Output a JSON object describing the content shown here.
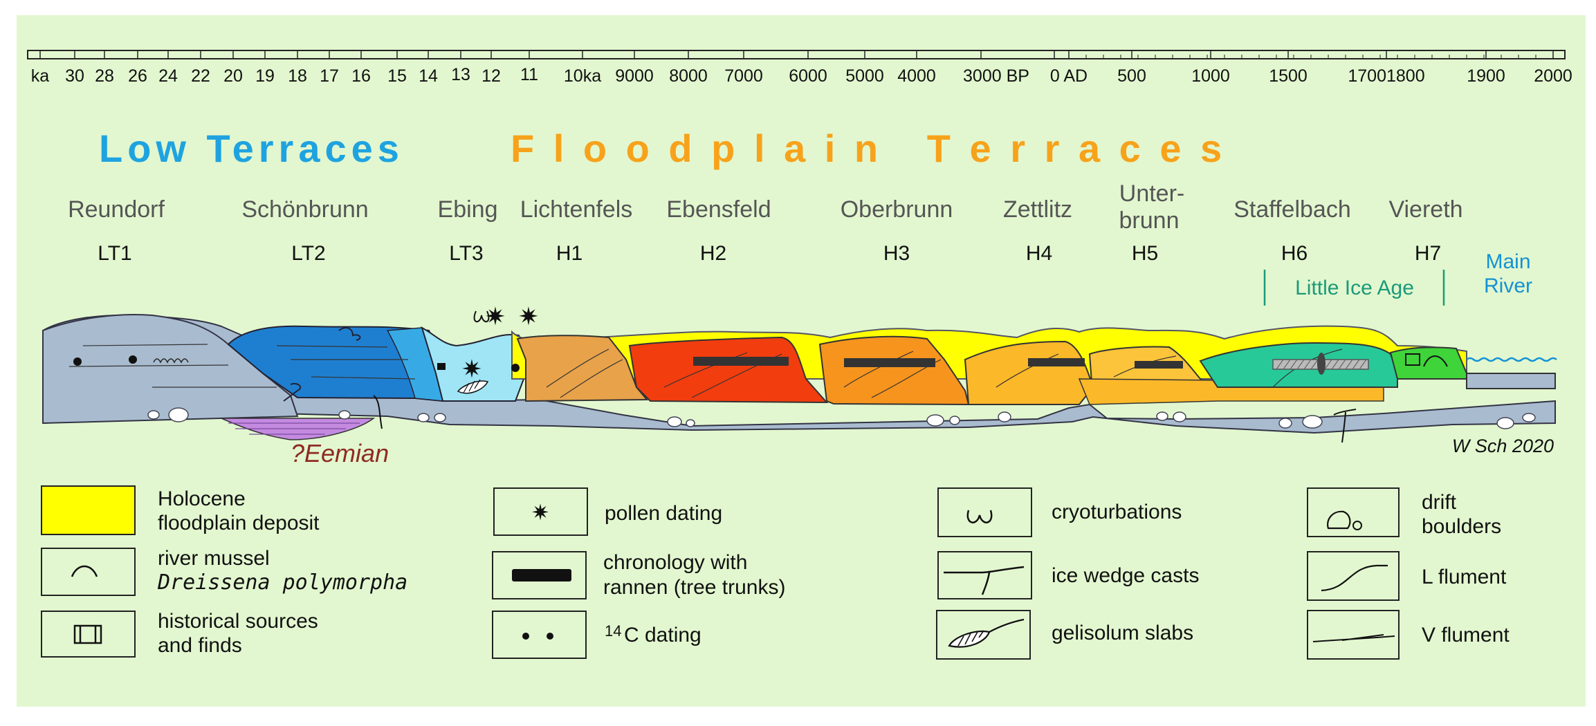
{
  "timescale": {
    "labels": [
      "ka",
      "30",
      "28",
      "26",
      "24",
      "22",
      "20",
      "19",
      "18",
      "17",
      "16",
      "15",
      "14",
      "13",
      "12",
      "11",
      "10ka",
      "9000",
      "8000",
      "7000",
      "6000",
      "5000",
      "4000",
      "3000 BP",
      "0 AD",
      "500",
      "1000",
      "1500",
      "17001800",
      "1900",
      "2000"
    ]
  },
  "headings": {
    "low_terraces": "Low Terraces",
    "floodplain_terraces": "F l o o d p l a i n   T e r r a c e s",
    "low_color": "#1fa3e0",
    "floodplain_color": "#f7a21b"
  },
  "sites": [
    {
      "name": "Reundorf",
      "code": "LT1"
    },
    {
      "name": "Schönbrunn",
      "code": "LT2"
    },
    {
      "name": "Ebing",
      "code": "LT3"
    },
    {
      "name": "Lichtenfels",
      "code": "H1"
    },
    {
      "name": "Ebensfeld",
      "code": "H2"
    },
    {
      "name": "Oberbrunn",
      "code": "H3"
    },
    {
      "name": "Zettlitz",
      "code": "H4"
    },
    {
      "name": "Unter-",
      "name2": "brunn",
      "code": "H5"
    },
    {
      "name": "Staffelbach",
      "code": "H6"
    },
    {
      "name": "Viereth",
      "code": "H7"
    }
  ],
  "labels": {
    "little_ice_age": "Little Ice Age",
    "main_river_1": "Main",
    "main_river_2": "River",
    "eemian": "?Eemian",
    "credit": "W Sch 2020"
  },
  "legend": {
    "holocene_1": "Holocene",
    "holocene_2": "floodplain deposit",
    "mussel_1": "river mussel",
    "mussel_2": "Dreissena polymorpha",
    "historical_1": "historical sources",
    "historical_2": "and finds",
    "pollen": "pollen dating",
    "chronology_1": "chronology with",
    "chronology_2": "rannen (tree trunks)",
    "c14_sup": "14",
    "c14_text": "C dating",
    "cryo": "cryoturbations",
    "ice_wedge": "ice wedge casts",
    "gelisolum": "gelisolum slabs",
    "drift_1": "drift",
    "drift_2": "boulders",
    "l_flument": "L flument",
    "v_flument": "V flument"
  },
  "colors": {
    "background": "#e2f7cf",
    "holocene_yellow": "#ffff00",
    "gravel_grey": "#a9bbcf",
    "lt2_blue": "#1e7fd1",
    "lt3_cyan": "#9fe5f5",
    "h1": "#e8a24a",
    "h2": "#f23d0f",
    "h3": "#f7941d",
    "h4": "#fbb829",
    "h6": "#27c998",
    "h7": "#3fd43a"
  }
}
